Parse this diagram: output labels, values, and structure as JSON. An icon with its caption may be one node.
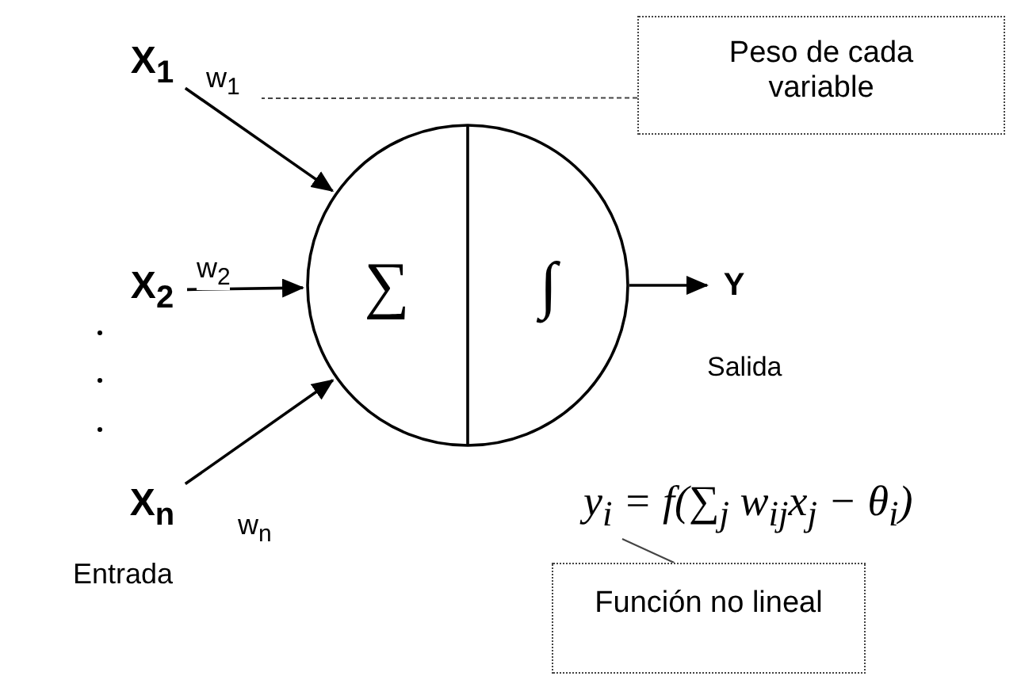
{
  "diagram": {
    "nodes": [
      {
        "text": [
          "X$_{1}$"
        ]
      },
      {
        "text": [
          "X$_{2}$"
        ]
      },
      {
        "text": [
          "X$_{n}$"
        ]
      },
      {
        "text": [
          "∑",
          "∫"
        ]
      },
      {
        "text": [
          "Y"
        ],
        "beside": [
          "Salida"
        ]
      },
      {
        "text": [
          "Peso de cada variable"
        ]
      },
      {
        "text": [
          "Función no lineal"
        ]
      },
      {
        "text": [
          "y$_{i}$ = f(∑$_{j}$ w$_{ij}$x$_{j}$ − θ$_{i}$)"
        ]
      }
    ],
    "edges": [
      {
        "from": 0,
        "to": 3,
        "arrow": "to",
        "label": "w$_{1}$"
      },
      {
        "from": 1,
        "to": 3,
        "arrow": "to",
        "label": "w$_{2}$"
      },
      {
        "from": 2,
        "to": 3,
        "arrow": "to",
        "label": "w$_{n}$"
      },
      {
        "from": 3,
        "to": 4,
        "arrow": "to"
      },
      {
        "from": 5,
        "to": null,
        "arrow": "none",
        "style": "dashed"
      },
      {
        "from": 6,
        "to": 7,
        "arrow": "none"
      }
    ],
    "labels": [
      "Entrada"
    ]
  }
}
